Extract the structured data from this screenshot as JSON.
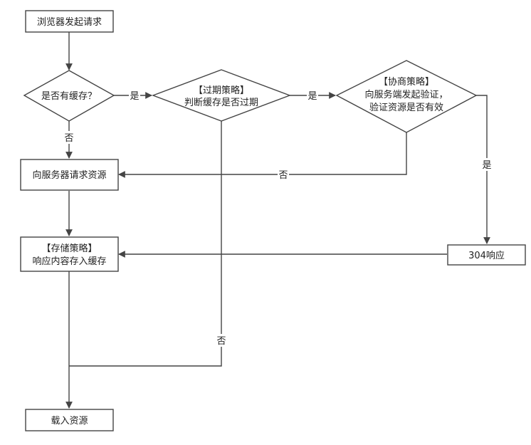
{
  "nodes": {
    "start": "浏览器发起请求",
    "has_cache": "是否有缓存？",
    "expire_policy": [
      "【过期策略】",
      "判断缓存是否过期"
    ],
    "negotiate_policy": [
      "【协商策略】",
      "向服务端发起验证，",
      "验证资源是否有效"
    ],
    "request_server": "向服务器请求资源",
    "store_policy": [
      "【存储策略】",
      "响应内容存入缓存"
    ],
    "resp_304": "304响应",
    "load": "载入资源"
  },
  "edges": {
    "cache_yes": "是",
    "cache_no": "否",
    "expired_yes": "是",
    "expired_no": "否",
    "valid_yes": "是",
    "valid_no": "否"
  }
}
